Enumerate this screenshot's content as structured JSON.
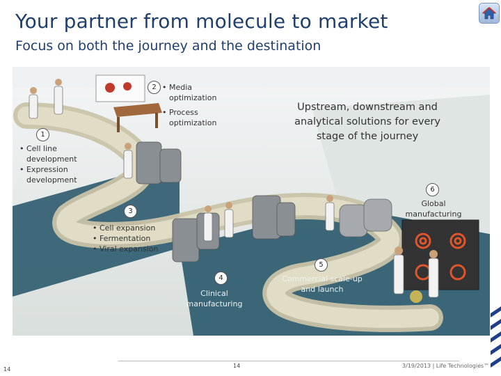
{
  "header": {
    "title": "Your partner from molecule to market",
    "subtitle": "Focus on both the journey and the destination",
    "home_icon": "home-icon"
  },
  "scene": {
    "tagline": "Upstream, downstream and analytical solutions for every stage of the journey",
    "steps": [
      {
        "number": "1",
        "bullets": [
          "• Cell line development",
          "• Expression development"
        ]
      },
      {
        "number": "2",
        "bullets": [
          "• Media optimization",
          "• Process optimization"
        ]
      },
      {
        "number": "3",
        "bullets": [
          "• Cell expansion",
          "• Fermentation",
          "• Viral expansion"
        ]
      },
      {
        "number": "4",
        "label": "Clinical manufacturing"
      },
      {
        "number": "5",
        "label": "Commercial scale-up and launch"
      },
      {
        "number": "6",
        "label": "Global manufacturing"
      }
    ]
  },
  "footer": {
    "page_left": "14",
    "page_center": "14",
    "date_company": "3/19/2013 | Life Technologies™"
  },
  "colors": {
    "title": "#1f3f6e",
    "path": "#c9c3a8",
    "wall": "#2c5b6e",
    "board": "#c0392b"
  }
}
